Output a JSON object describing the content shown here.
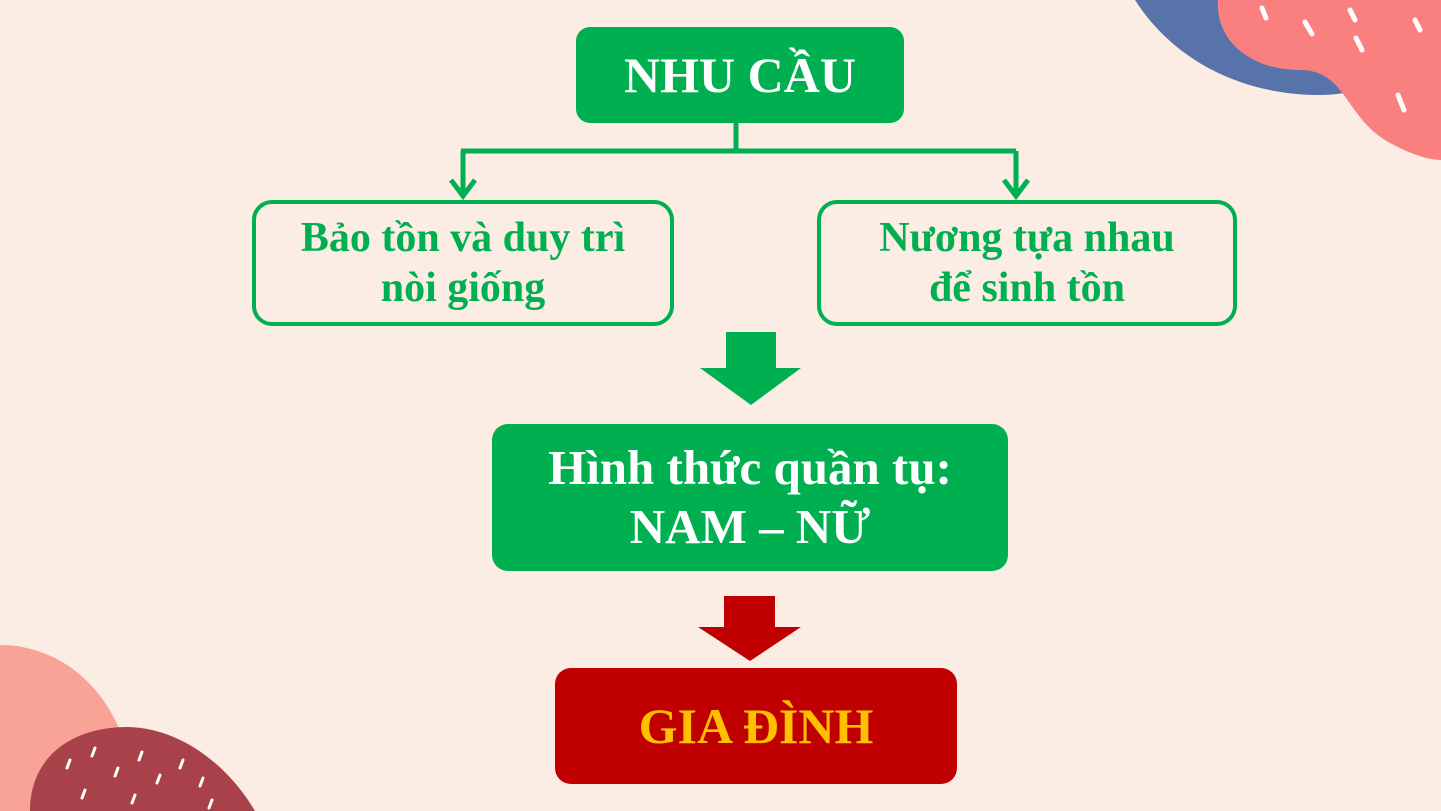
{
  "diagram": {
    "top_box": {
      "label": "NHU CẦU"
    },
    "left_box": {
      "line1": "Bảo tồn và duy trì",
      "line2": "nòi giống"
    },
    "right_box": {
      "line1": "Nương tựa nhau",
      "line2": "để sinh tồn"
    },
    "middle_box": {
      "line1": "Hình thức quần tụ:",
      "line2": "NAM – NỮ"
    },
    "bottom_box": {
      "label": "GIA ĐÌNH"
    }
  },
  "colors": {
    "background": "#fbece4",
    "green": "#00b050",
    "red": "#c00000",
    "gold": "#ffc000",
    "deco_blue": "#5872aa",
    "deco_pink": "#fa8080",
    "deco_salmon": "#f7a395",
    "deco_maroon": "#a8414a"
  }
}
